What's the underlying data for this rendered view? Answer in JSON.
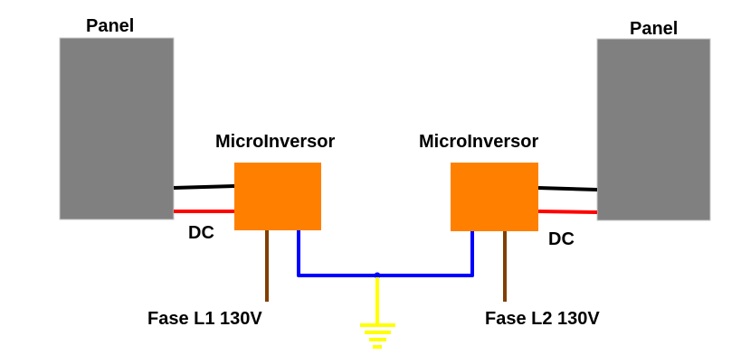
{
  "panels": [
    {
      "label": "Panel",
      "color": "#808080"
    },
    {
      "label": "Panel",
      "color": "#808080"
    }
  ],
  "inverters": [
    {
      "label": "MicroInversor",
      "color": "#FF8000"
    },
    {
      "label": "MicroInversor",
      "color": "#FF8000"
    }
  ],
  "dc_labels": [
    "DC",
    "DC"
  ],
  "phase_labels": [
    "Fase L1 130V",
    "Fase L2 130V"
  ],
  "colors": {
    "dc_negative": "#000000",
    "dc_positive": "#FF0000",
    "phase_wire": "#804000",
    "neutral_wire": "#0000FF",
    "ground": "#FFFF00"
  }
}
